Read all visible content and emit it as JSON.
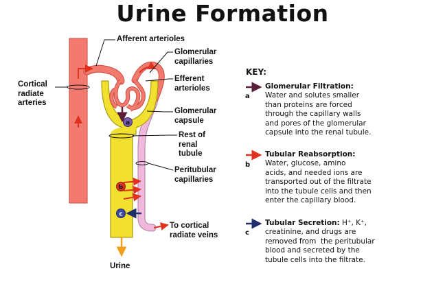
{
  "title": "Urine Formation",
  "labels": {
    "afferent": "Afferent arterioles",
    "glomerular_capillaries": "Glomerular\ncapillaries",
    "efferent": "Efferent\narterioles",
    "cortical_radiate_arteries": "Cortical\nradiate\narteries",
    "glomerular_capsule": "Glomerular\ncapsule",
    "rest_of_tubule": "Rest of\nrenal\ntubule",
    "peritubular": "Peritubular\ncapillaries",
    "to_veins": "To cortical\nradiate veins",
    "urine": "Urine"
  },
  "markers": {
    "a": "a",
    "b": "b",
    "c": "c"
  },
  "key": {
    "title": "KEY:",
    "items": [
      {
        "letter": "a",
        "heading": "Glomerular Filtration:",
        "text": "Water and solutes smaller\nthan proteins are forced\nthrough the capillary walls\nand pores of the glomerular\ncapsule into the renal tubule.",
        "color": "#5a1e3a"
      },
      {
        "letter": "b",
        "heading": "Tubular Reabsorption:",
        "text": "Water, glucose, amino\nacids, and needed ions are\ntransported out of the filtrate\ninto the tubule cells and then\nenter the capillary blood.",
        "color": "#e0301e"
      },
      {
        "letter": "c",
        "heading": "Tubular Secretion:",
        "heading_suffix": " H⁺, K⁺,",
        "text": "creatinine, and drugs are\nremoved from  the peritubular\nblood and secreted by the\ntubule cells into the filtrate.",
        "color": "#1f2d6b"
      }
    ]
  },
  "colors": {
    "artery": "#f27a6e",
    "artery_stroke": "#c94a3e",
    "tubule": "#f2e030",
    "tubule_stroke": "#a89a10",
    "vein": "#f0b8dc",
    "vein_stroke": "#b07aa0",
    "red_arrow": "#e0301e",
    "maroon_arrow": "#5a1e3a",
    "navy_arrow": "#1f2d6b",
    "urine_arrow": "#f0a020",
    "marker_fill": "#7a5ab0"
  }
}
